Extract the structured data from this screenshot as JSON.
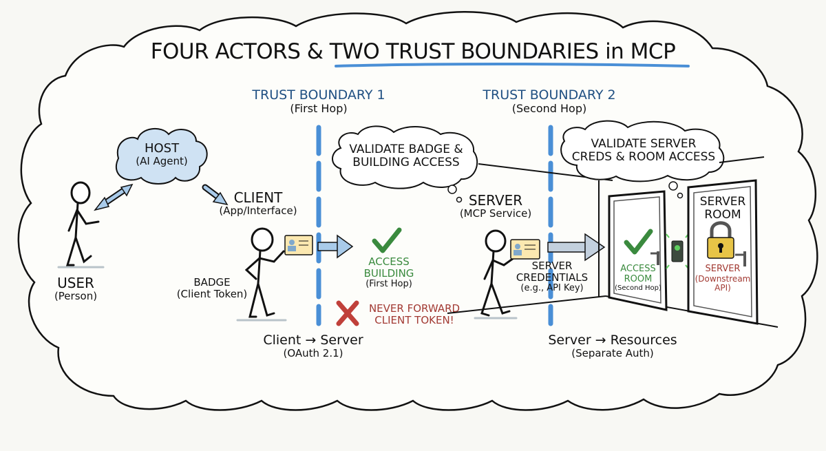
{
  "title": "FOUR ACTORS & TWO TRUST BOUNDARIES in MCP",
  "colors": {
    "boundary_blue": "#4a8fd6",
    "boundary_text": "#1f4f82",
    "host_cloud_fill": "#cfe2f3",
    "success_green": "#3a8a3e",
    "danger_red": "#a23a33",
    "badge_fill": "#fbe8b0",
    "lock_gold": "#e7c447"
  },
  "boundaries": [
    {
      "label": "TRUST BOUNDARY 1",
      "sub": "(First Hop)"
    },
    {
      "label": "TRUST BOUNDARY 2",
      "sub": "(Second Hop)"
    }
  ],
  "actors": {
    "host": {
      "label": "HOST",
      "sub": "(AI Agent)"
    },
    "client": {
      "label": "CLIENT",
      "sub": "(App/Interface)"
    },
    "user": {
      "label": "USER",
      "sub": "(Person)"
    },
    "server": {
      "label": "SERVER",
      "sub": "(MCP Service)"
    }
  },
  "badge": {
    "label": "BADGE",
    "sub": "(Client Token)"
  },
  "thought_bubbles": {
    "first": [
      "VALIDATE BADGE &",
      "BUILDING ACCESS"
    ],
    "second": [
      "VALIDATE SERVER",
      "CREDS & ROOM ACCESS"
    ]
  },
  "access_building": {
    "lines": [
      "ACCESS",
      "BUILDING"
    ],
    "sub": "(First Hop)"
  },
  "warning": {
    "lines": [
      "NEVER FORWARD",
      "CLIENT TOKEN!"
    ]
  },
  "server_credentials": {
    "lines": [
      "SERVER",
      "CREDENTIALS"
    ],
    "sub": "(e.g., API Key)"
  },
  "access_room": {
    "lines": [
      "ACCESS",
      "ROOM"
    ],
    "sub": "(Second Hop)"
  },
  "server_room": {
    "title": [
      "SERVER",
      "ROOM"
    ],
    "lines": [
      "SERVER",
      "(Downstream",
      "API)"
    ]
  },
  "flows": [
    {
      "label": "Client → Server",
      "sub": "(OAuth 2.1)"
    },
    {
      "label": "Server → Resources",
      "sub": "(Separate Auth)"
    }
  ],
  "icons": [
    "cloud-icon",
    "stick-figure-icon",
    "badge-card-icon",
    "check-icon",
    "x-icon",
    "door-icon",
    "padlock-icon",
    "card-reader-icon",
    "arrow-icon"
  ]
}
